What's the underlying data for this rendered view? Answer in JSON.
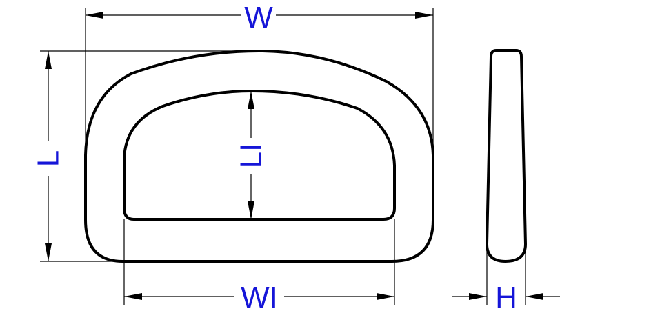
{
  "diagram": {
    "labels": {
      "width": "W",
      "inner_width": "WI",
      "length": "L",
      "inner_length": "LI",
      "height": "H"
    },
    "colors": {
      "outline": "#000000",
      "label": "#1515d8",
      "background": "#ffffff"
    }
  }
}
